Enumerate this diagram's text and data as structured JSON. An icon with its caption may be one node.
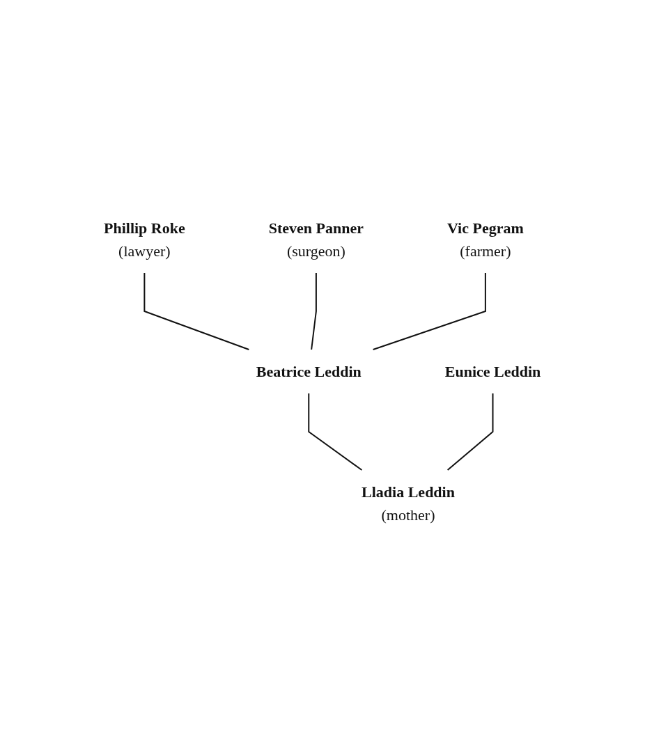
{
  "diagram": {
    "nodes": [
      {
        "text": [
          "Vic Pegram",
          "(farmer)"
        ]
      },
      {
        "text": [
          "Steven Panner",
          "(surgeon)"
        ]
      },
      {
        "text": [
          "Phillip Roke",
          "(lawyer)"
        ]
      },
      {
        "text": [
          "Beatrice Leddin"
        ]
      },
      {
        "text": [
          "Eunice Leddin"
        ]
      },
      {
        "text": [
          "Lladia Leddin",
          "(mother)"
        ]
      }
    ],
    "edges": [
      {
        "from": 2,
        "to": 3,
        "arrow": "none"
      },
      {
        "from": 1,
        "to": 3,
        "arrow": "none"
      },
      {
        "from": 0,
        "to": 3,
        "arrow": "none"
      },
      {
        "from": 3,
        "to": 5,
        "arrow": "none"
      },
      {
        "from": 4,
        "to": 5,
        "arrow": "none"
      }
    ]
  }
}
